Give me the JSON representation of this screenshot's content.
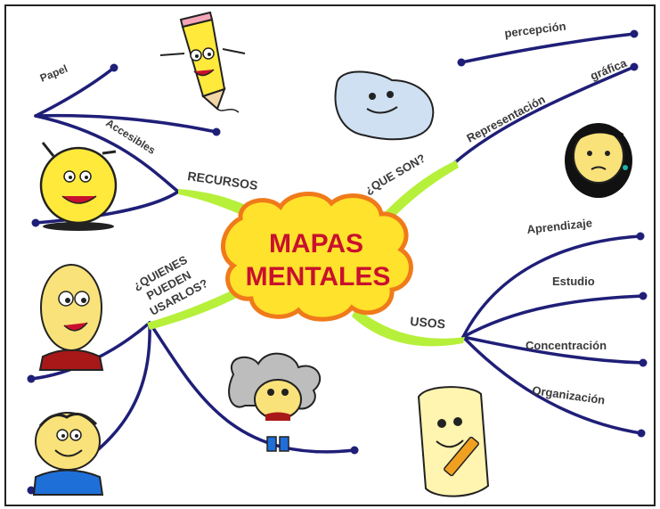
{
  "center": {
    "line1": "MAPAS",
    "line2": "MENTALES"
  },
  "branches": {
    "recursos": {
      "label": "RECURSOS",
      "children": [
        "Papel",
        "Accesibles"
      ]
    },
    "que_son": {
      "label": "¿QUE SON?",
      "children": [
        "percepción",
        "gráfica",
        "Representación"
      ]
    },
    "usos": {
      "label": "USOS",
      "children": [
        "Aprendizaje",
        "Estudio",
        "Concentración",
        "Organización"
      ]
    },
    "quienes": {
      "label_lines": [
        "¿QUIENES",
        "PUEDEN",
        "USARLOS?"
      ]
    }
  },
  "colors": {
    "center_fill": "#ffe22b",
    "center_border": "#f07a1a",
    "center_text": "#c8102e",
    "branch_green": "#b6f03a",
    "line_navy": "#1f1f78",
    "label_text": "#3a3a3a"
  },
  "illustrations": [
    "pencil-character",
    "cloud-character",
    "girl-character",
    "clock-character",
    "bald-man-character",
    "boy-character",
    "einstein-character",
    "paper-scroll-character"
  ]
}
